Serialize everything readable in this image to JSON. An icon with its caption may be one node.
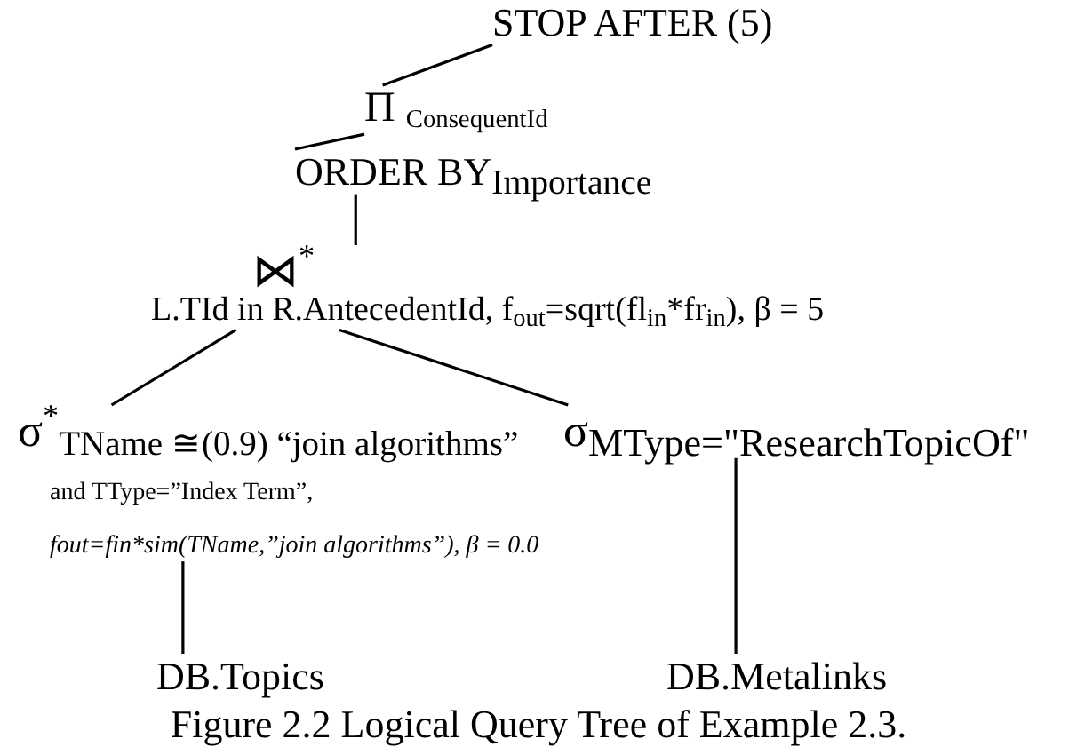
{
  "diagram": {
    "caption": "Figure 2.2 Logical Query Tree of Example 2.3.",
    "nodes": [
      {
        "text": [
          "STOP AFTER (5)"
        ]
      },
      {
        "text": [
          "Π $_{ConsequentId}$"
        ]
      },
      {
        "text": [
          "ORDER BY$_{Importance}$"
        ]
      },
      {
        "text": [
          "⋈$^{*}$",
          "L.TId in R.AntecedentId, f$_{out}$=sqrt(fl$_{in}$*fr$_{in}$), β = 5"
        ]
      },
      {
        "text": [
          "σ$^{*}$$_{TName ≅(0.9) “join algorithms”}$",
          "and TType=”Index Term”,",
          "fout=fin*sim(TName,”join algorithms”), β = 0.0"
        ]
      },
      {
        "text": [
          "σ$_{MType=\"ResearchTopicOf\"}$"
        ]
      },
      {
        "text": [
          "DB.Topics"
        ]
      },
      {
        "text": [
          "DB.Metalinks"
        ]
      }
    ],
    "edges": [
      {
        "from": 0,
        "to": 1,
        "arrow": "none"
      },
      {
        "from": 1,
        "to": 2,
        "arrow": "none"
      },
      {
        "from": 2,
        "to": 3,
        "arrow": "none"
      },
      {
        "from": 3,
        "to": 4,
        "arrow": "none"
      },
      {
        "from": 3,
        "to": 5,
        "arrow": "none"
      },
      {
        "from": 4,
        "to": 6,
        "arrow": "none"
      },
      {
        "from": 5,
        "to": 7,
        "arrow": "none"
      }
    ]
  }
}
